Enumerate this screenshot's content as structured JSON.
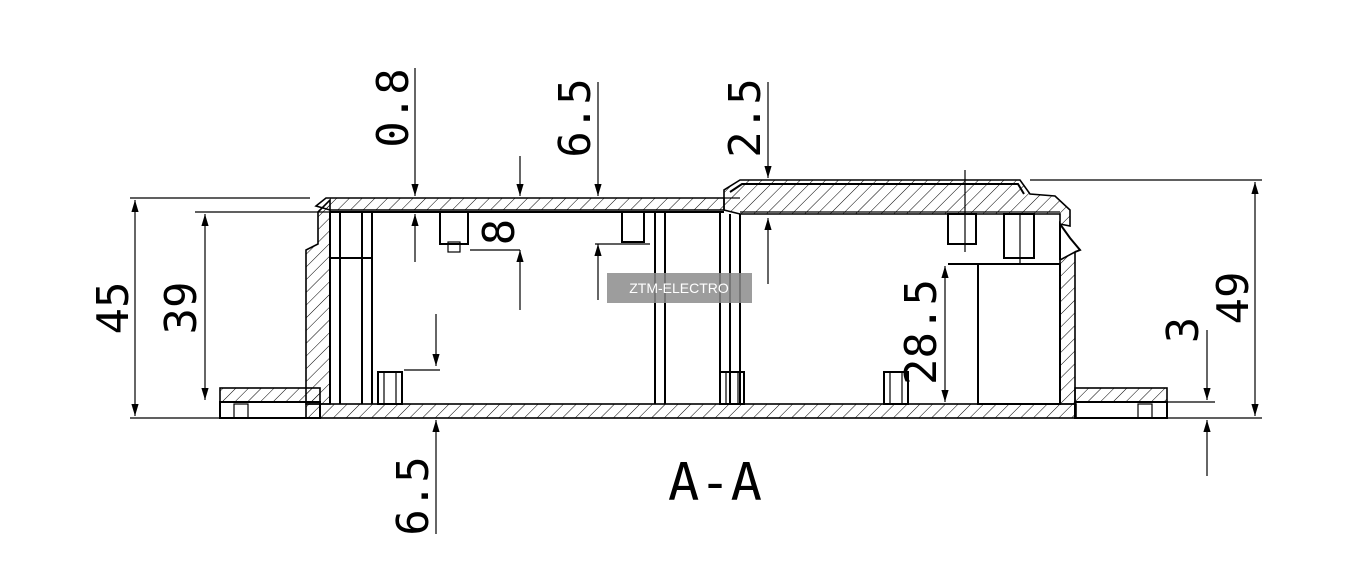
{
  "section_title": "A-A",
  "watermark": "ZTM-ELECTRO",
  "dimensions": {
    "overall_height_left": "45",
    "inner_height_left": "39",
    "top_wall": "0.8",
    "top_step": "6.5",
    "lid_step": "2.5",
    "boss_height": "8",
    "inner_cavity": "28.5",
    "flange": "3",
    "overall_height_right": "49",
    "bottom_thickness": "6.5"
  },
  "colors": {
    "line": "#000000",
    "watermark_bg": "#8c8c8c",
    "watermark_text": "#ffffff"
  }
}
